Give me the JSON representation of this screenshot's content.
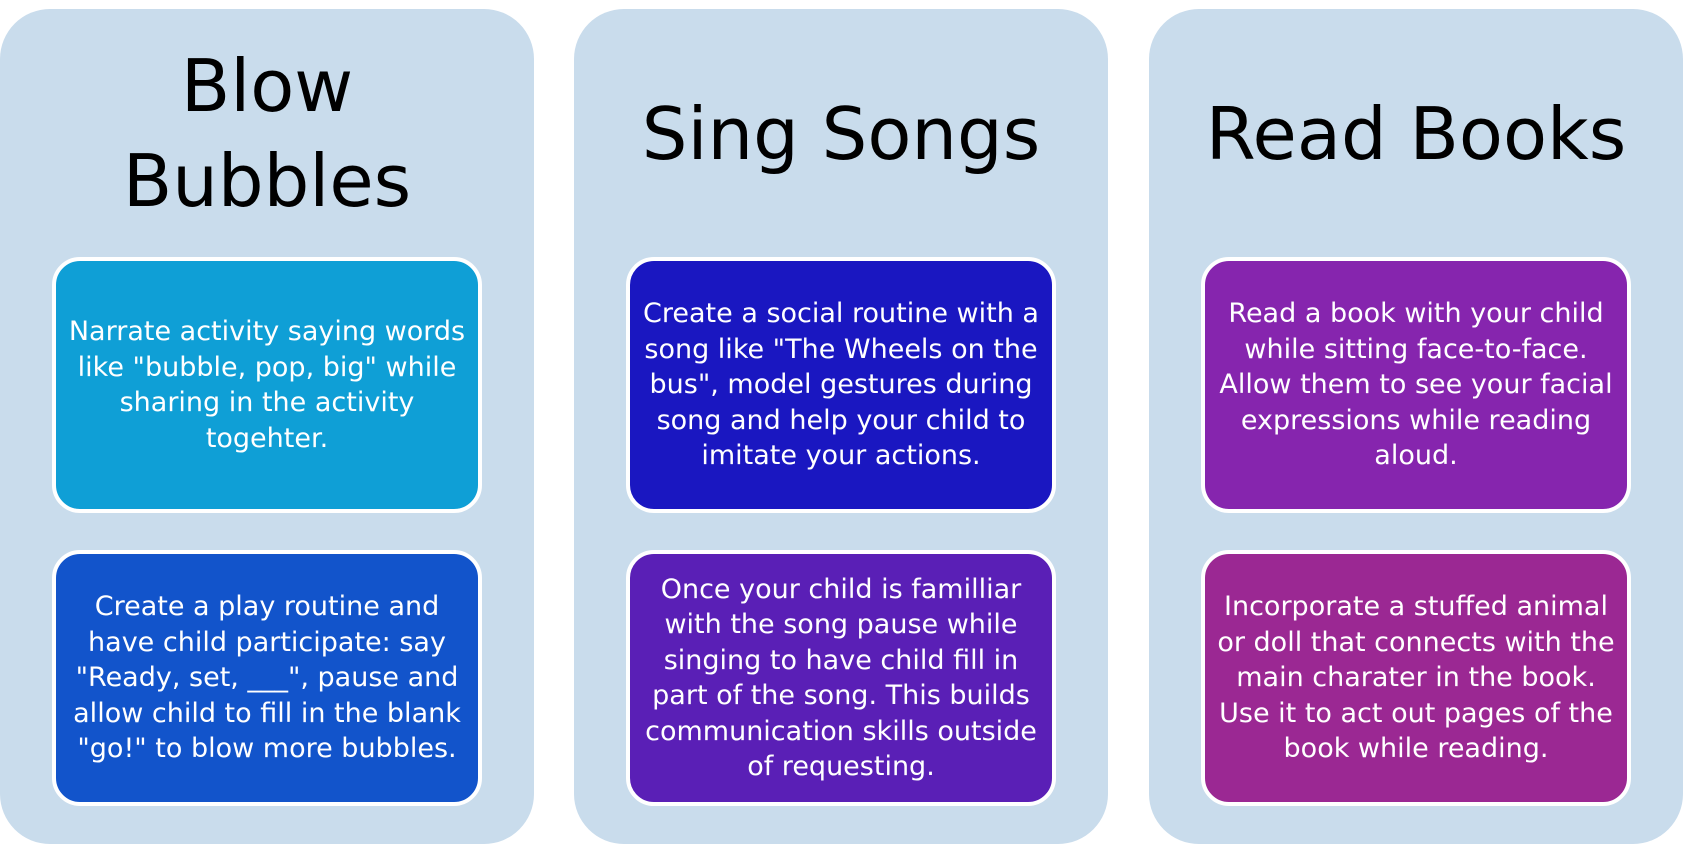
{
  "columns": [
    {
      "title": "Blow\nBubbles",
      "cards": [
        {
          "text": "Narrate activity saying words like \"bubble, pop, big\" while sharing in the activity togehter.",
          "color": "#0f9fd6"
        },
        {
          "text": "Create a play routine and have child participate: say \"Ready, set, ___\", pause and allow child to fill in the blank \"go!\" to blow more bubbles.",
          "color": "#1254cb"
        }
      ]
    },
    {
      "title": "Sing Songs",
      "cards": [
        {
          "text": "Create a social routine with a song like \"The Wheels on the bus\", model gestures during song and help your child to imitate your actions.",
          "color": "#1a17c1"
        },
        {
          "text": "Once your child is familliar with the song pause while singing to have child fill in part of the song. This builds communication skills outside of requesting.",
          "color": "#5a1fb6"
        }
      ]
    },
    {
      "title": "Read Books",
      "cards": [
        {
          "text": "Read a book with your child while sitting face-to-face. Allow them to see your facial expressions while reading aloud.",
          "color": "#8625ae"
        },
        {
          "text": "Incorporate a stuffed animal or doll that connects with the main charater in the book. Use it to act out pages of the book while reading.",
          "color": "#9b2893"
        }
      ]
    }
  ],
  "colors": {
    "column_background": "#c9dcec",
    "card_border": "#ffffff",
    "title_text": "#000000",
    "card_text": "#ffffff"
  }
}
